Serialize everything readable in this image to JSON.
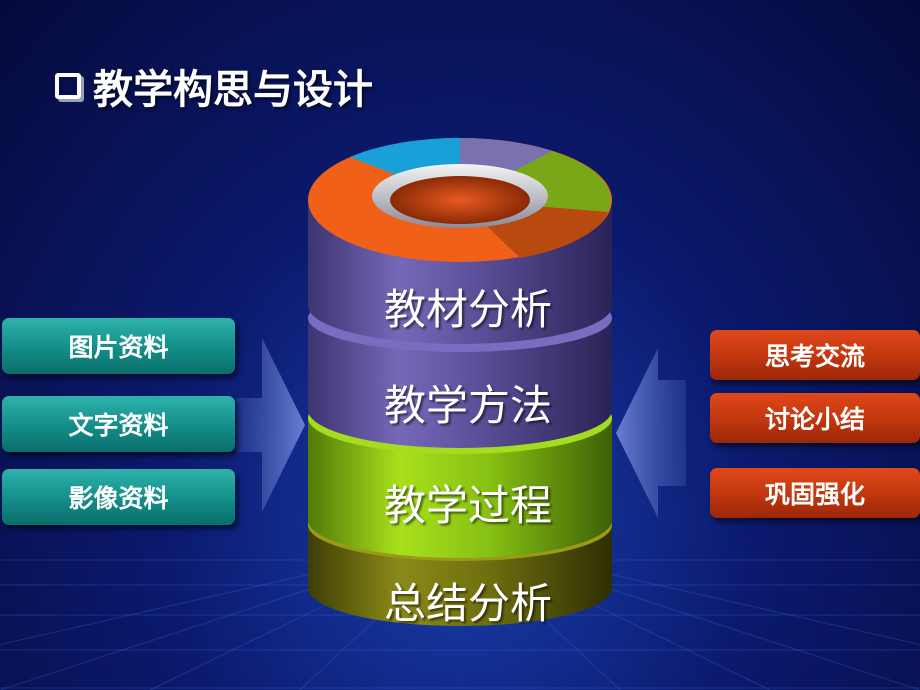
{
  "title": "教学构思与设计",
  "layers": [
    {
      "label": "教材分析"
    },
    {
      "label": "教学方法"
    },
    {
      "label": "教学过程"
    },
    {
      "label": "总结分析"
    }
  ],
  "left_items": [
    {
      "label": "图片资料"
    },
    {
      "label": "文字资料"
    },
    {
      "label": "影像资料"
    }
  ],
  "right_items": [
    {
      "label": "思考交流"
    },
    {
      "label": "讨论小结"
    },
    {
      "label": "巩固强化"
    }
  ],
  "colors": {
    "background": "#0b1a6e",
    "left_box": "#138d88",
    "right_box": "#c0360e",
    "layer_purple": "#6a5aa8",
    "layer_green": "#8cc814",
    "layer_olive": "#7a7a12",
    "arrow": "#5a6ec0",
    "pie_orange": "#f06018",
    "pie_cyan": "#1aa0d8",
    "pie_green": "#78a818",
    "pie_lavender": "#7a72b0",
    "pie_brown": "#b84a10"
  }
}
